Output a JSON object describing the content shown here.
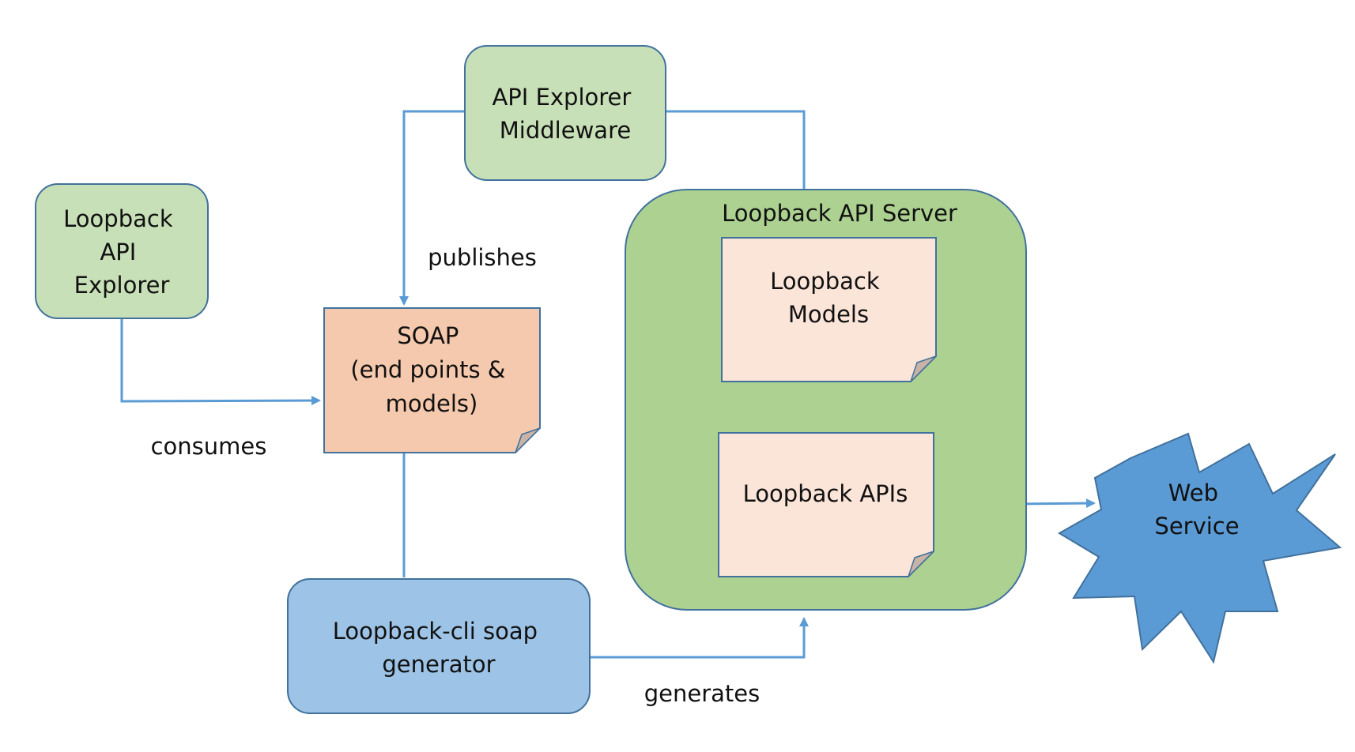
{
  "nodes": {
    "api_explorer": {
      "lines": [
        "Loopback",
        "API",
        "Explorer"
      ]
    },
    "middleware": {
      "lines": [
        "API Explorer",
        "Middleware"
      ]
    },
    "soap": {
      "lines": [
        "SOAP",
        "(end points &",
        "models)"
      ]
    },
    "server": {
      "title": "Loopback API Server"
    },
    "models": {
      "lines": [
        "Loopback",
        "Models"
      ]
    },
    "apis": {
      "lines": [
        "Loopback APIs"
      ]
    },
    "generator": {
      "lines": [
        "Loopback-cli soap",
        "generator"
      ]
    },
    "web_service": {
      "lines": [
        "Web",
        "Service"
      ]
    }
  },
  "edges": {
    "publishes": "publishes",
    "consumes": "consumes",
    "generates": "generates"
  },
  "colors": {
    "light_green": "#c8e0b8",
    "server_green": "#acd190",
    "soap_fill": "#f5c9ad",
    "note_fill": "#fbe4d8",
    "blue_box": "#9dc3e6",
    "star_fill": "#5b9bd5",
    "border": "#41719c",
    "line": "#5b9bd5"
  }
}
